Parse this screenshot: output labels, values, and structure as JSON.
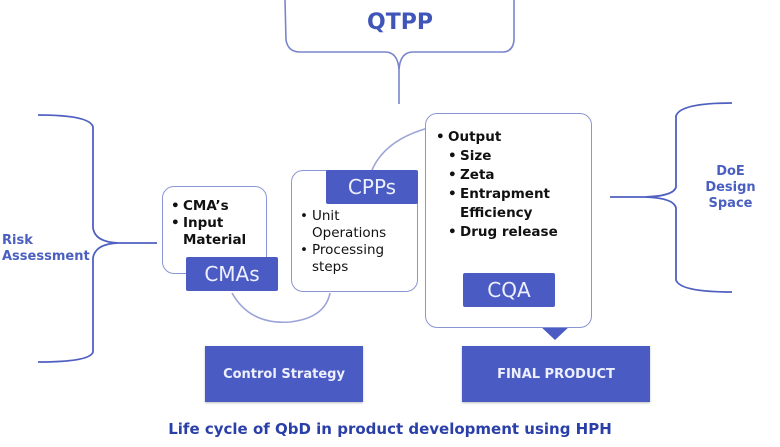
{
  "top": {
    "label": "QTPP"
  },
  "left_brace": {
    "label_line1": "Risk",
    "label_line2": "Assessment"
  },
  "right_brace": {
    "label_line1": "DoE",
    "label_line2": "Design Space"
  },
  "cma_box": {
    "items": [
      "CMA’s",
      "Input Material"
    ],
    "tag": "CMAs"
  },
  "cpp_box": {
    "tag": "CPPs",
    "items": [
      "Unit Operations",
      "Processing steps"
    ]
  },
  "cqa_box": {
    "heading": "Output",
    "items": [
      "Size",
      "Zeta",
      "Entrapment Efficiency",
      "Drug release"
    ],
    "tag": "CQA"
  },
  "blocks": {
    "control_strategy": "Control Strategy",
    "final_product": "FINAL PRODUCT"
  },
  "caption": "Life cycle of QbD in product development using HPH",
  "colors": {
    "accent": "#4a5cc4",
    "line": "#6a78c8",
    "caption": "#2a3fa8"
  }
}
